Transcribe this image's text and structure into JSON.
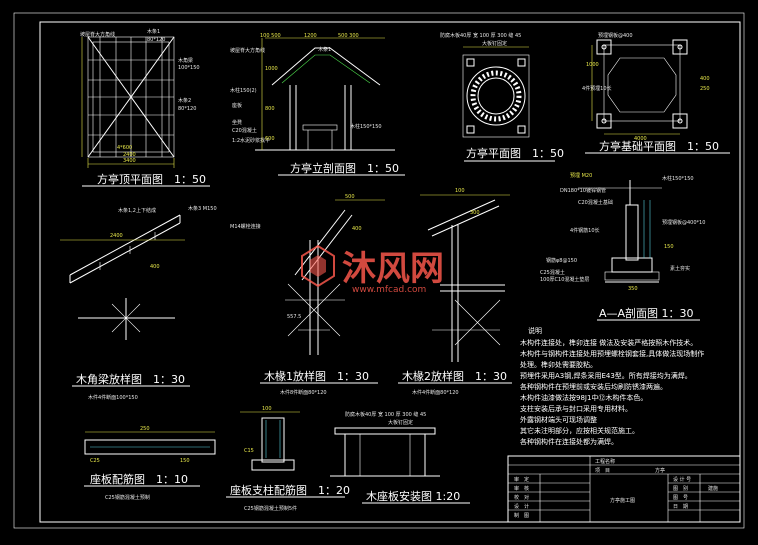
{
  "colors": {
    "background": "#000000",
    "line": "#ffffff",
    "dim": "#e8e84a",
    "wood": "#4ee04e",
    "aux": "#59d2e0",
    "watermark": "#ff5a4e"
  },
  "views": {
    "roof_plan": {
      "title": "方亭顶平面图　1：50",
      "labels": [
        "坡屋脊大方角线",
        "木条1",
        "80*120",
        "木角梁",
        "100*150",
        "木条2",
        "80*120",
        "4*600",
        "2400",
        "3400"
      ]
    },
    "elevation": {
      "title": "方亭立剖面图　1：50",
      "labels": [
        "100 500",
        "1200",
        "500 300",
        "坡屋脊大方角线",
        "木条1",
        "木柱150(2)",
        "座板",
        "坐凳",
        "C20混凝土",
        "木柱150*150",
        "1:2水泥砂浆找平",
        "1000",
        "800",
        "600"
      ]
    },
    "plan": {
      "title": "方亭平面图　1：50",
      "labels": [
        "防腐木板40厚 宽 100 厚 300 缝 45",
        "大板钉固定"
      ]
    },
    "foundation": {
      "title": "方亭基础平面图　1：50",
      "labels": [
        "400",
        "250",
        "4件预埋10长",
        "预埋钢板@400",
        "4000",
        "1000"
      ]
    },
    "section_aa": {
      "title": "A—A剖面图 1：30",
      "labels": [
        "预埋 M20",
        "DN180*10镀锌钢管",
        "C20混凝土基础",
        "4件钢筋10长",
        "木柱150*150",
        "C25混凝土",
        "100厚C10混凝土垫层",
        "素土夯实",
        "预埋钢板@400*10",
        "钢筋φ8@150",
        "350",
        "150"
      ]
    },
    "corner_beam": {
      "title": "木角梁放样图　1：30",
      "labels": [
        "木条1,2上下结成",
        "木条3 M150",
        "M14螺栓连接",
        "2400",
        "400"
      ],
      "note": "木件4件断面100*150"
    },
    "rafter1": {
      "title": "木椽1放样图　1：30",
      "labels": [
        "500",
        "400",
        "557.5"
      ],
      "note": "木件8件断面80*120"
    },
    "rafter2": {
      "title": "木椽2放样图　1：30",
      "labels": [
        "100",
        "300"
      ],
      "note": "木件4件断面80*120"
    },
    "bench_rebar": {
      "title": "座板配筋图　1：10",
      "labels": [
        "250",
        "150",
        "C25"
      ],
      "note": "C25钢筋混凝土预制"
    },
    "bench_support": {
      "title": "座板支柱配筋图　1：20",
      "labels": [
        "100",
        "C15"
      ],
      "note": "C25钢筋混凝土预制5件"
    },
    "seat_install": {
      "title": "木座板安装图 1:20",
      "labels": [
        "防腐木板40厚 宽 100 厚 300 缝 45",
        "大板钉固定"
      ]
    }
  },
  "notes": {
    "heading": "说明",
    "lines": [
      "木构件连接处，榫卯连接 做法及安装严格按照木作技术。",
      "木构件与钢构件连接处用预埋螺栓钢套接,具体做法现场制作",
      "处理。榫卯处需要胶粘。",
      "预埋件采用A3钢,焊条采用E43型。所有焊接均为满焊。",
      "各种钢构件在预埋前或安装后均刷防锈漆两遍。",
      "木构件油漆做法按98J1中⑫木构件本色。",
      "支柱安装后承与封口采用专用材料。",
      "外露钢材端头可现场调整",
      "其它未注明部分，应按相关规范施工。",
      "各种钢构件在连接处都为满焊。"
    ]
  },
  "title_block": {
    "rows": [
      "工程名称",
      "项　目",
      "审　定",
      "审　核",
      "校　对",
      "设　计",
      "制　图"
    ],
    "drawing_name": "方亭",
    "sheet_title": "方亭施工图",
    "cells": [
      "设 计 号",
      "图　别",
      "图　号",
      "日　期"
    ],
    "sheet_code": "建施"
  },
  "watermark": {
    "brand": "沐风网",
    "url": "www.mfcad.com"
  }
}
